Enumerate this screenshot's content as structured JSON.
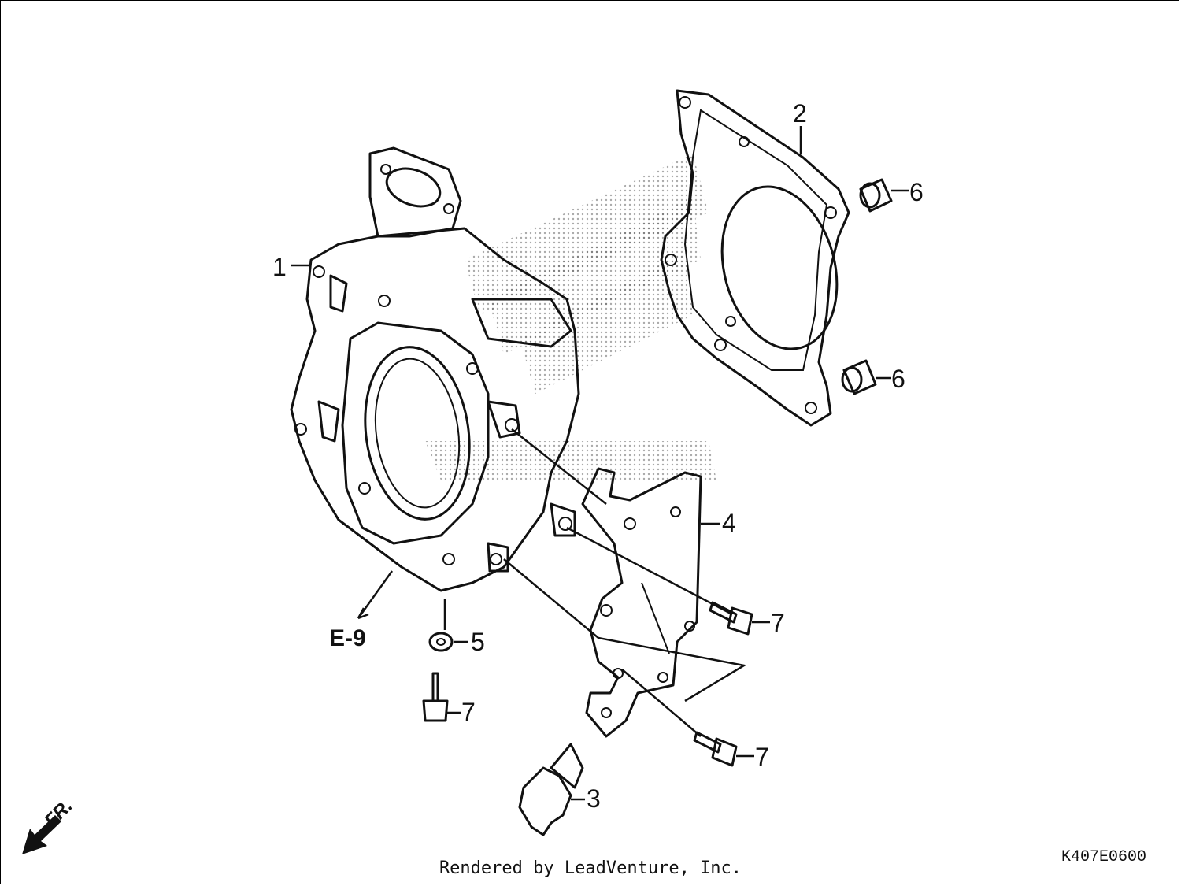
{
  "diagram": {
    "callouts": {
      "c1": "1",
      "c2": "2",
      "c3": "3",
      "c4": "4",
      "c5": "5",
      "c6a": "6",
      "c6b": "6",
      "c7a": "7",
      "c7b": "7",
      "c7c": "7"
    },
    "ref_label": "E-9",
    "direction_label": "FR.",
    "drawing_code": "K407E0600"
  },
  "footer": {
    "text": "Rendered by LeadVenture, Inc."
  }
}
